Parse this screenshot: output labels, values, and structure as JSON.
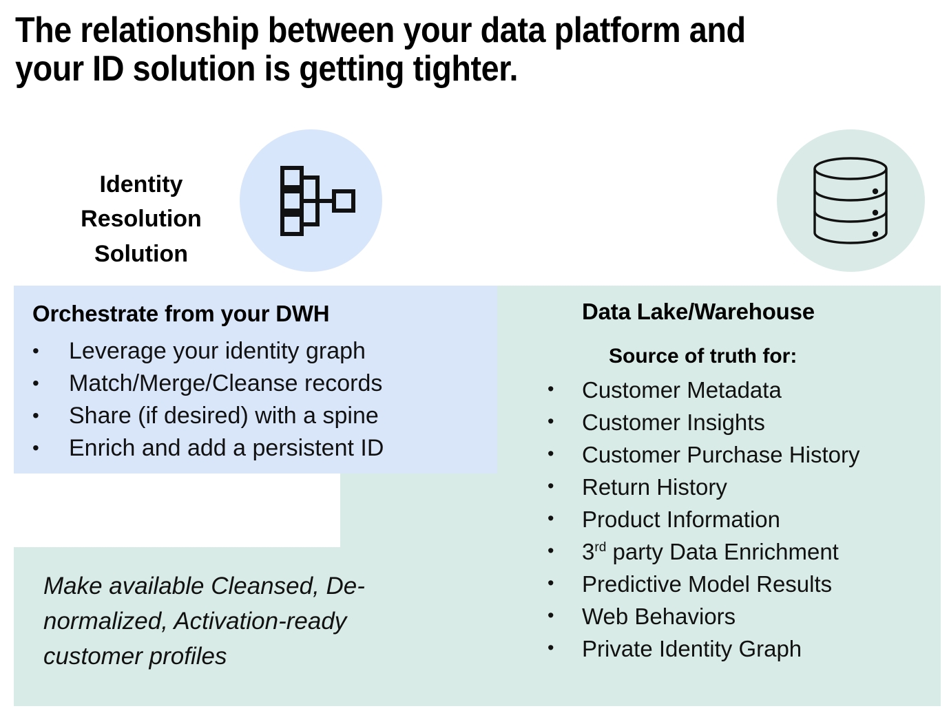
{
  "title": "The relationship between your data platform and\nyour ID solution is getting tighter.",
  "colors": {
    "background": "#ffffff",
    "panel_blue": "#d9e6fa",
    "panel_green": "#d8ebe6",
    "circle_blue": "#d8e6fb",
    "circle_green": "#daebe7",
    "text": "#111111"
  },
  "left": {
    "icon_name": "identity-graph-icon",
    "label": "Identity\nResolution\nSolution",
    "panel": {
      "heading": "Orchestrate from your DWH",
      "bullets": [
        "Leverage your identity graph",
        "Match/Merge/Cleanse records",
        "Share (if desired) with a spine",
        "Enrich and add a persistent ID"
      ]
    },
    "note": "Make available Cleansed, De-normalized, Activation-ready customer profiles"
  },
  "right": {
    "icon_name": "database-cylinder-icon",
    "panel": {
      "heading": "Data Lake/Warehouse",
      "subheading": "Source of truth for:",
      "bullets": [
        "Customer Metadata",
        "Customer Insights",
        "Customer Purchase History",
        "Return History",
        "Product Information",
        "3rd party Data Enrichment",
        "Predictive Model Results",
        "Web Behaviors",
        "Private Identity Graph"
      ],
      "bullet_6_parts": {
        "number": "3",
        "ordinal": "rd",
        "rest": " party Data Enrichment"
      }
    }
  }
}
